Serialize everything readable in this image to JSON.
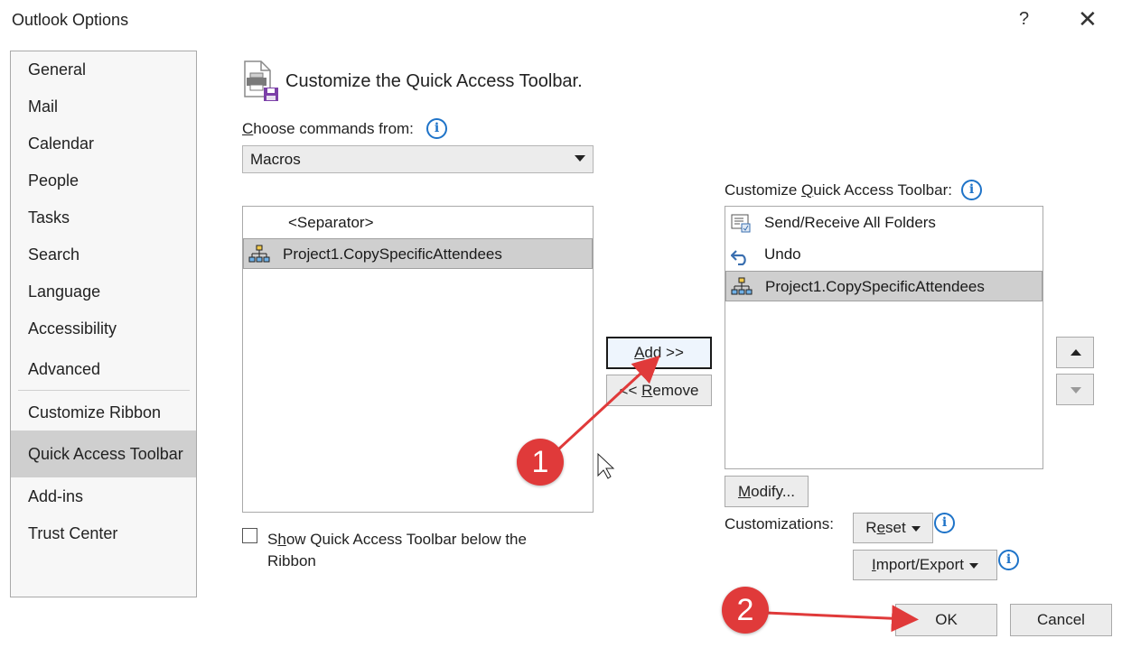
{
  "window": {
    "title": "Outlook Options",
    "help": "?",
    "close": "✕"
  },
  "nav": {
    "items": [
      {
        "label": "General"
      },
      {
        "label": "Mail"
      },
      {
        "label": "Calendar"
      },
      {
        "label": "People"
      },
      {
        "label": "Tasks"
      },
      {
        "label": "Search"
      },
      {
        "label": "Language"
      },
      {
        "label": "Accessibility"
      },
      {
        "label": "Advanced"
      },
      {
        "label": "Customize Ribbon"
      },
      {
        "label": "Quick Access Toolbar"
      },
      {
        "label": "Add-ins"
      },
      {
        "label": "Trust Center"
      }
    ],
    "selected": "Quick Access Toolbar"
  },
  "main": {
    "heading": "Customize the Quick Access Toolbar.",
    "choose_from": {
      "label_first": "C",
      "label_rest": "hoose commands from:",
      "value": "Macros"
    },
    "commands": [
      {
        "label": "<Separator>"
      },
      {
        "label": "Project1.CopySpecificAttendees"
      }
    ],
    "add_button": {
      "u": "A",
      "rest": "dd >>"
    },
    "remove_button": {
      "pre": "<< ",
      "u": "R",
      "rest": "emove"
    },
    "toolbar_label": {
      "pre": "Customize ",
      "u": "Q",
      "rest": "uick Access Toolbar:"
    },
    "toolbar_items": [
      {
        "label": "Send/Receive All Folders"
      },
      {
        "label": "Undo"
      },
      {
        "label": "Project1.CopySpecificAttendees"
      }
    ],
    "modify_button": {
      "u": "M",
      "rest": "odify..."
    },
    "customizations_label": "Customizations:",
    "reset_button": {
      "pre": "R",
      "u": "e",
      "rest": "set"
    },
    "import_export_button": {
      "u": "I",
      "rest": "mport/Export"
    },
    "show_below": {
      "pre": "S",
      "u": "h",
      "rest": "ow Quick Access Toolbar below the",
      "line2": "Ribbon"
    },
    "info_glyph": "i"
  },
  "footer": {
    "ok": "OK",
    "cancel": "Cancel"
  },
  "annotations": [
    {
      "number": "1"
    },
    {
      "number": "2"
    }
  ],
  "colors": {
    "accent": "#1e73c8",
    "annotation": "#e03a3a",
    "selected": "#cfcfcf"
  }
}
